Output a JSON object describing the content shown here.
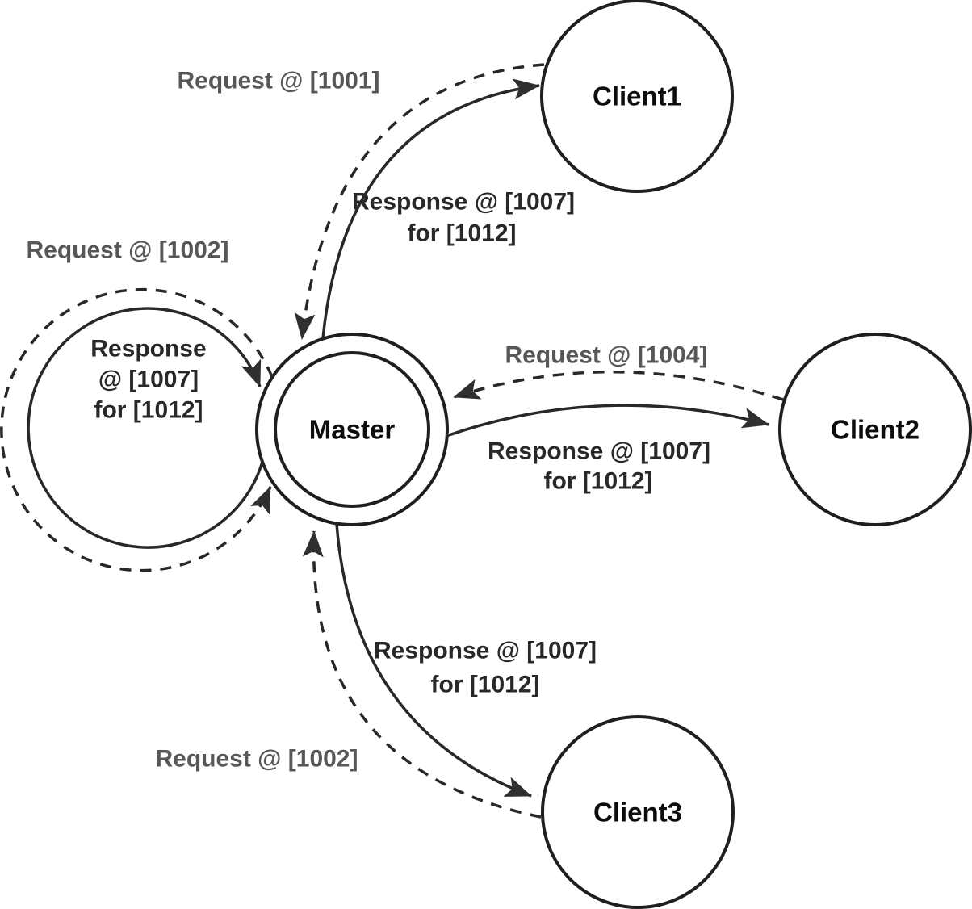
{
  "diagram": {
    "colors": {
      "background": "#ffffff",
      "node_stroke": "#1f1f20",
      "edge_stroke": "#28282a",
      "arrowhead": "#2f2f31",
      "request_label": "#57575a",
      "response_label": "#28282b",
      "node_label": "#0d0d0d"
    },
    "nodes": {
      "master": {
        "label": "Master",
        "shape": "double-circle"
      },
      "client1": {
        "label": "Client1",
        "shape": "circle"
      },
      "client2": {
        "label": "Client2",
        "shape": "circle"
      },
      "client3": {
        "label": "Client3",
        "shape": "circle"
      }
    },
    "edges": {
      "client1_request": {
        "label": "Request @ [1001]",
        "from": "Client1",
        "to": "Master",
        "style": "dashed"
      },
      "client1_response": {
        "line1": "Response @ [1007]",
        "line2": "for [1012]",
        "from": "Master",
        "to": "Client1",
        "style": "solid"
      },
      "self_request": {
        "label": "Request @ [1002]",
        "from": "Master",
        "to": "Master",
        "style": "dashed"
      },
      "self_response": {
        "line1": "Response",
        "line2": "@ [1007]",
        "line3": "for [1012]",
        "from": "Master",
        "to": "Master",
        "style": "solid"
      },
      "client2_request": {
        "label": "Request @ [1004]",
        "from": "Client2",
        "to": "Master",
        "style": "dashed"
      },
      "client2_response": {
        "line1": "Response @ [1007]",
        "line2": "for [1012]",
        "from": "Master",
        "to": "Client2",
        "style": "solid"
      },
      "client3_request": {
        "label": "Request @ [1002]",
        "from": "Client3",
        "to": "Master",
        "style": "dashed"
      },
      "client3_response": {
        "line1": "Response @ [1007]",
        "line2": "for [1012]",
        "from": "Master",
        "to": "Client3",
        "style": "solid"
      }
    }
  }
}
